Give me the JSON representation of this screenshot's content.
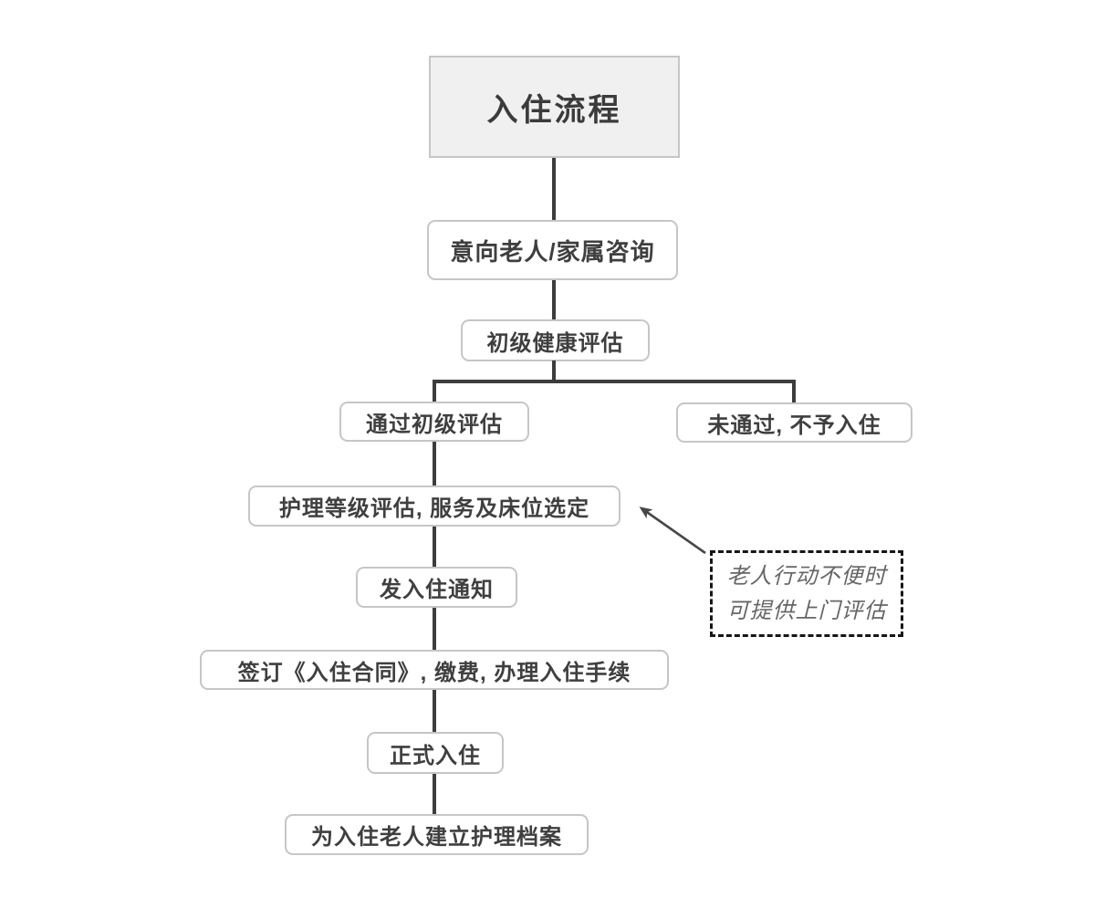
{
  "flowchart": {
    "title": "入住流程",
    "nodes": [
      {
        "id": "consult",
        "label": "意向老人/家属咨询"
      },
      {
        "id": "primary",
        "label": "初级健康评估"
      },
      {
        "id": "pass",
        "label": "通过初级评估"
      },
      {
        "id": "fail",
        "label": "未通过, 不予入住"
      },
      {
        "id": "care",
        "label": "护理等级评估, 服务及床位选定"
      },
      {
        "id": "notice",
        "label": "发入住通知"
      },
      {
        "id": "contract",
        "label": "签订《入住合同》, 缴费, 办理入住手续"
      },
      {
        "id": "movein",
        "label": "正式入住"
      },
      {
        "id": "archive",
        "label": "为入住老人建立护理档案"
      }
    ],
    "annotation": {
      "line1": "老人行动不便时",
      "line2": "可提供上门评估"
    },
    "colors": {
      "connector": "#3d3d3d",
      "box_border": "#c6c6c6",
      "box_text": "#3f3f3f",
      "title_fill": "#f0f0f0",
      "annotation_border": "#161616",
      "annotation_text": "#666666",
      "background": "#ffffff"
    }
  }
}
